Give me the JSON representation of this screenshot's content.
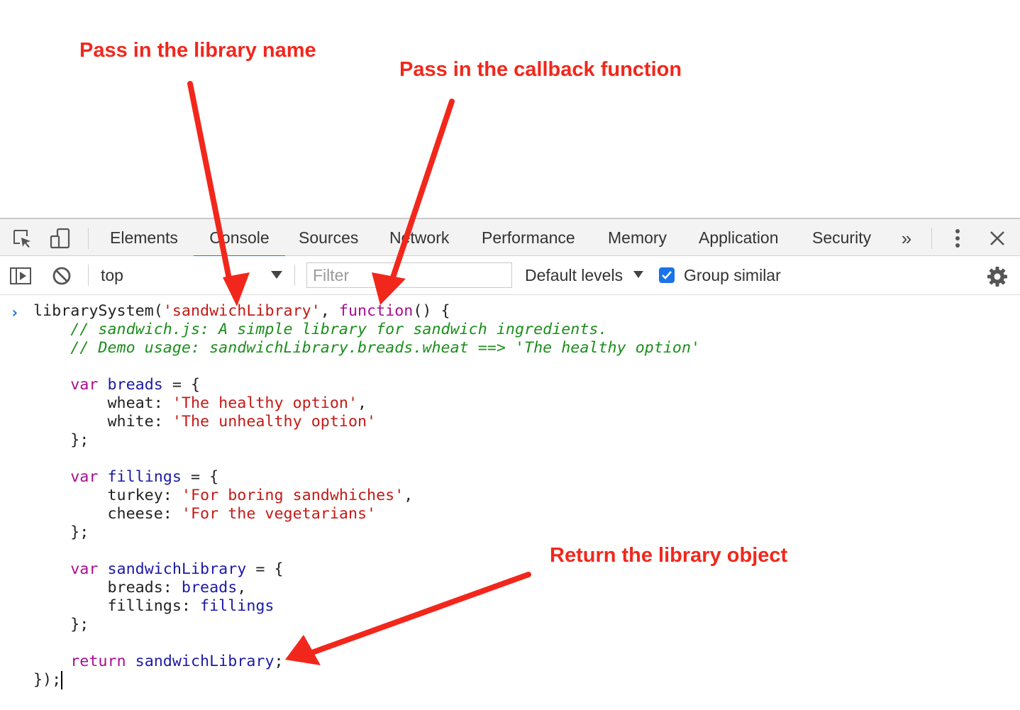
{
  "annotations": {
    "library_name": "Pass in the library name",
    "callback_function": "Pass in the callback function",
    "return_object": "Return the library object",
    "color": "#f2271c"
  },
  "tabs": [
    {
      "label": "Elements",
      "active": false
    },
    {
      "label": "Console",
      "active": true
    },
    {
      "label": "Sources",
      "active": false
    },
    {
      "label": "Network",
      "active": false
    },
    {
      "label": "Performance",
      "active": false
    },
    {
      "label": "Memory",
      "active": false
    },
    {
      "label": "Application",
      "active": false
    },
    {
      "label": "Security",
      "active": false
    }
  ],
  "toolbar_icons": {
    "inspect": "inspect-element-icon",
    "device": "device-toolbar-icon",
    "more_tabs": "»",
    "menu": "vertical-dots-icon",
    "close": "close-icon"
  },
  "filterbar": {
    "context": "top",
    "filter_placeholder": "Filter",
    "levels": "Default levels",
    "group_similar_label": "Group similar",
    "group_similar_checked": true
  },
  "console": {
    "lines": [
      [
        {
          "t": "librarySystem(",
          "c": "plain"
        },
        {
          "t": "'sandwichLibrary'",
          "c": "str"
        },
        {
          "t": ", ",
          "c": "plain"
        },
        {
          "t": "function",
          "c": "kw"
        },
        {
          "t": "() {",
          "c": "plain"
        }
      ],
      [
        {
          "t": "    // sandwich.js: A simple library for sandwich ingredients.",
          "c": "cm"
        }
      ],
      [
        {
          "t": "    // Demo usage: sandwichLibrary.breads.wheat ==> 'The healthy option'",
          "c": "cm"
        }
      ],
      [],
      [
        {
          "t": "    ",
          "c": "plain"
        },
        {
          "t": "var",
          "c": "kw"
        },
        {
          "t": " ",
          "c": "plain"
        },
        {
          "t": "breads",
          "c": "var"
        },
        {
          "t": " = {",
          "c": "plain"
        }
      ],
      [
        {
          "t": "        wheat: ",
          "c": "plain"
        },
        {
          "t": "'The healthy option'",
          "c": "str"
        },
        {
          "t": ",",
          "c": "plain"
        }
      ],
      [
        {
          "t": "        white: ",
          "c": "plain"
        },
        {
          "t": "'The unhealthy option'",
          "c": "str"
        }
      ],
      [
        {
          "t": "    };",
          "c": "plain"
        }
      ],
      [],
      [
        {
          "t": "    ",
          "c": "plain"
        },
        {
          "t": "var",
          "c": "kw"
        },
        {
          "t": " ",
          "c": "plain"
        },
        {
          "t": "fillings",
          "c": "var"
        },
        {
          "t": " = {",
          "c": "plain"
        }
      ],
      [
        {
          "t": "        turkey: ",
          "c": "plain"
        },
        {
          "t": "'For boring sandwhiches'",
          "c": "str"
        },
        {
          "t": ",",
          "c": "plain"
        }
      ],
      [
        {
          "t": "        cheese: ",
          "c": "plain"
        },
        {
          "t": "'For the vegetarians'",
          "c": "str"
        }
      ],
      [
        {
          "t": "    };",
          "c": "plain"
        }
      ],
      [],
      [
        {
          "t": "    ",
          "c": "plain"
        },
        {
          "t": "var",
          "c": "kw"
        },
        {
          "t": " ",
          "c": "plain"
        },
        {
          "t": "sandwichLibrary",
          "c": "var"
        },
        {
          "t": " = {",
          "c": "plain"
        }
      ],
      [
        {
          "t": "        breads: ",
          "c": "plain"
        },
        {
          "t": "breads",
          "c": "var"
        },
        {
          "t": ",",
          "c": "plain"
        }
      ],
      [
        {
          "t": "        fillings: ",
          "c": "plain"
        },
        {
          "t": "fillings",
          "c": "var"
        }
      ],
      [
        {
          "t": "    };",
          "c": "plain"
        }
      ],
      [],
      [
        {
          "t": "    ",
          "c": "plain"
        },
        {
          "t": "return",
          "c": "kw"
        },
        {
          "t": " ",
          "c": "plain"
        },
        {
          "t": "sandwichLibrary",
          "c": "var"
        },
        {
          "t": ";",
          "c": "plain"
        }
      ],
      [
        {
          "t": "});",
          "c": "plain"
        }
      ]
    ]
  }
}
